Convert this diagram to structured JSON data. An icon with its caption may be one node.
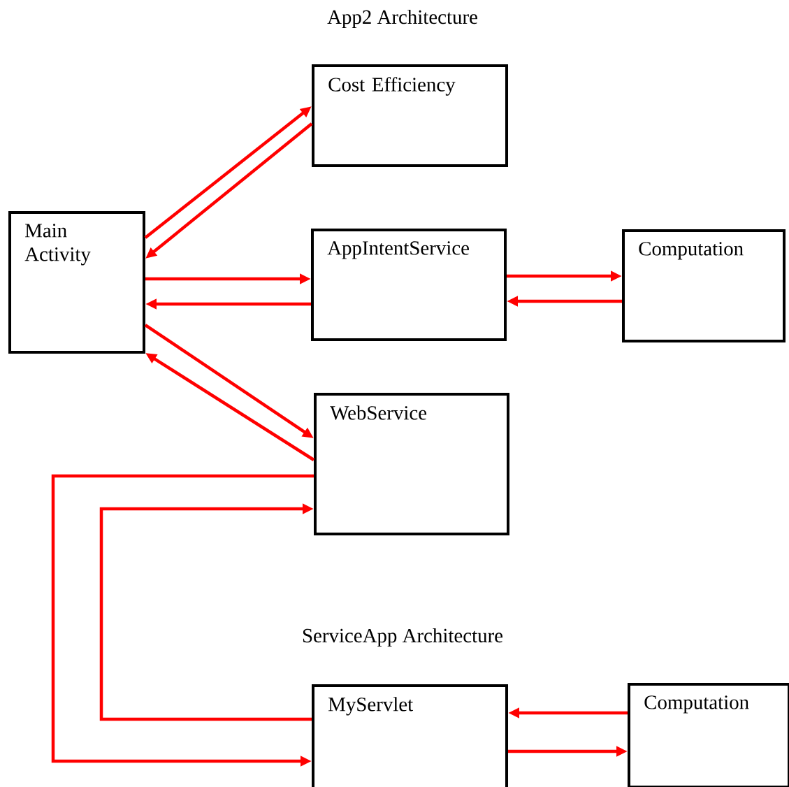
{
  "diagram": {
    "title": "App2 Architecture",
    "nodes": [
      {
        "text": [
          "Main Activity"
        ]
      },
      {
        "text": [
          "Cost Efficiency"
        ]
      },
      {
        "text": [
          "AppIntentService"
        ]
      },
      {
        "text": [
          "Computation"
        ]
      },
      {
        "text": [
          "WebService"
        ]
      },
      {
        "text": [
          "MyServlet"
        ]
      },
      {
        "text": [
          "Computation"
        ]
      }
    ],
    "edges": [
      {
        "from": 0,
        "to": 1,
        "arrow": "to"
      },
      {
        "from": 1,
        "to": 0,
        "arrow": "to"
      },
      {
        "from": 0,
        "to": 2,
        "arrow": "to"
      },
      {
        "from": 2,
        "to": 0,
        "arrow": "to"
      },
      {
        "from": 2,
        "to": 3,
        "arrow": "to"
      },
      {
        "from": 3,
        "to": 2,
        "arrow": "to"
      },
      {
        "from": 0,
        "to": 4,
        "arrow": "to"
      },
      {
        "from": 4,
        "to": 0,
        "arrow": "to"
      },
      {
        "from": 4,
        "to": 5,
        "arrow": "to"
      },
      {
        "from": 5,
        "to": 4,
        "arrow": "to"
      },
      {
        "from": 6,
        "to": 5,
        "arrow": "to"
      },
      {
        "from": 5,
        "to": 6,
        "arrow": "to"
      }
    ],
    "labels": [
      "ServiceApp Architecture"
    ]
  }
}
